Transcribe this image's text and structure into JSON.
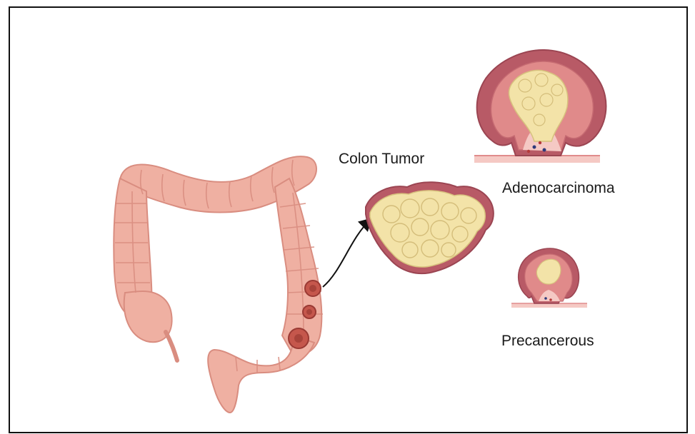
{
  "labels": {
    "colon_tumor": "Colon Tumor",
    "adenocarcinoma": "Adenocarcinoma",
    "precancerous": "Precancerous"
  },
  "colors": {
    "colon_fill": "#efb0a2",
    "colon_stroke": "#d98d80",
    "tumor_fill": "#f3e3a8",
    "tumor_rim": "#b85a66",
    "polyp_rim": "#c9707a",
    "tissue_pink": "#f5c9c4",
    "lesion": "#b5483e"
  },
  "icons": [
    "colon-illustration",
    "arrow",
    "tumor-mass",
    "adenocarcinoma-polyp",
    "precancerous-polyp"
  ]
}
